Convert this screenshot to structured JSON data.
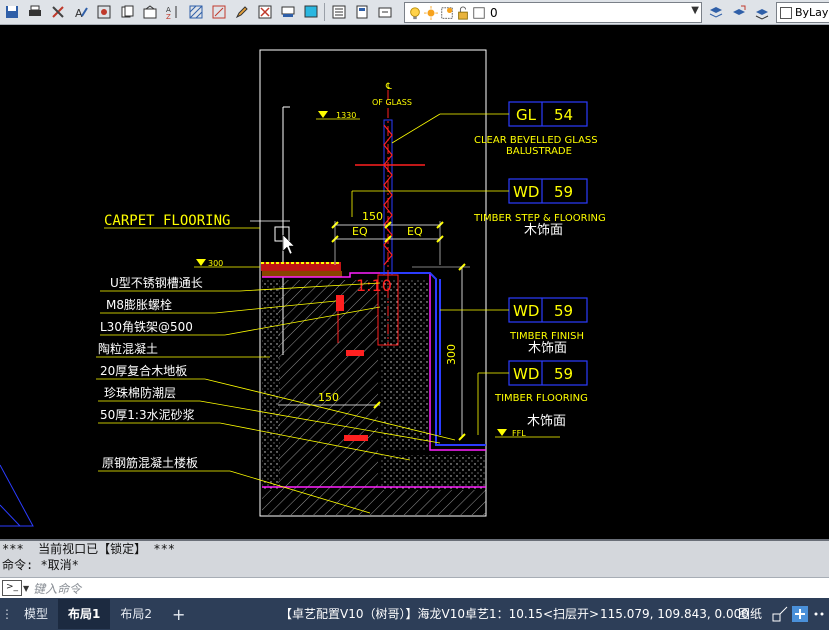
{
  "toolbar": {
    "layer_name": "0",
    "linetype": "ByLay"
  },
  "drawing": {
    "cl_symbol": "℄",
    "of_glass": "OF GLASS",
    "level_1330": "1330",
    "level_300": "300",
    "level_ffl": "FFL",
    "carpet_flooring": "CARPET FLOORING",
    "tags": [
      {
        "code": "GL",
        "num": "54",
        "line1": "CLEAR BEVELLED GLASS",
        "line2": "BALUSTRADE"
      },
      {
        "code": "WD",
        "num": "59",
        "line1": "TIMBER STEP & FLOORING",
        "line2": "木饰面"
      },
      {
        "code": "WD",
        "num": "59",
        "line1": "TIMBER FINISH",
        "line2": "木饰面"
      },
      {
        "code": "WD",
        "num": "59",
        "line1": "TIMBER FLOORING",
        "line2": "木饰面"
      }
    ],
    "dims": {
      "d150_top": "150",
      "eq1": "EQ",
      "eq2": "EQ",
      "d300_vert": "300",
      "d150_mid": "150",
      "section_mark": "1:10"
    },
    "left_labels": [
      "U型不锈钢槽通长",
      "M8膨胀螺栓",
      "L30角铁架@500",
      "陶粒混凝土",
      "20厚复合木地板",
      "珍珠棉防潮层",
      "50厚1:3水泥砂浆",
      "原钢筋混凝土楼板"
    ]
  },
  "command": {
    "line1": "***  当前视口已【锁定】 ***",
    "line2": "命令: *取消*",
    "placeholder": "键入命令"
  },
  "status": {
    "tabs": [
      "模型",
      "布局1",
      "布局2"
    ],
    "active_tab": "布局1",
    "add_tab": "+",
    "message": "【卓艺配置V10（树哥）】海龙V10卓艺1：10.15<扫层开>",
    "coords": "115.079, 109.843, 0.000",
    "paper": "图纸"
  },
  "colors": {
    "cad_yellow": "#ffff00",
    "cad_white": "#ffffff",
    "cad_blue": "#2b3cff",
    "cad_red": "#ff2020",
    "cad_magenta": "#ff20ff",
    "status_bg": "#2d3e58"
  }
}
